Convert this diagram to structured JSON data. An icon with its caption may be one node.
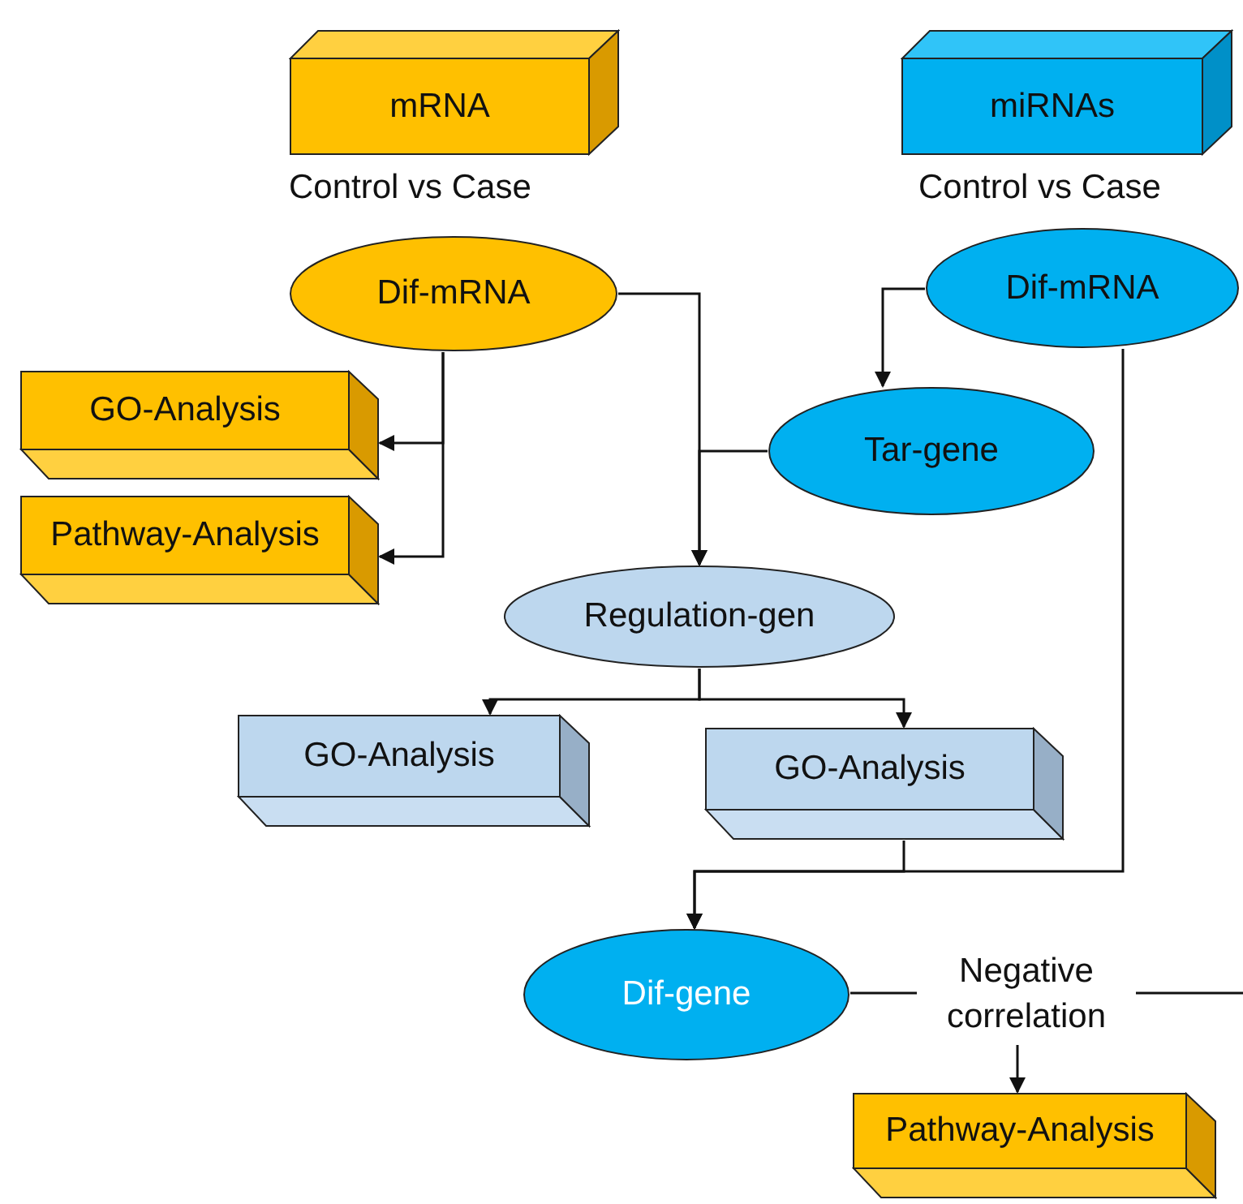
{
  "diagram": {
    "nodes": [
      {
        "text": [
          "mRNA"
        ],
        "beside": [
          "Control vs Case"
        ]
      },
      {
        "text": [
          "miRNAs"
        ],
        "beside": [
          "Control vs Case"
        ]
      },
      {
        "text": [
          "Dif-mRNA"
        ]
      },
      {
        "text": [
          "Dif-mRNA"
        ]
      },
      {
        "text": [
          "GO-Analysis"
        ]
      },
      {
        "text": [
          "Pathway-Analysis"
        ]
      },
      {
        "text": [
          "Tar-gene"
        ]
      },
      {
        "text": [
          "Regulation-gen"
        ]
      },
      {
        "text": [
          "GO-Analysis"
        ]
      },
      {
        "text": [
          "GO-Analysis"
        ]
      },
      {
        "text": [
          "Dif-gene"
        ]
      },
      {
        "text": [
          "Negative correlation"
        ]
      },
      {
        "text": [
          "Pathway-Analysis"
        ]
      }
    ],
    "edges": [
      {
        "from": 2,
        "to": 4,
        "arrow": "to"
      },
      {
        "from": 2,
        "to": 5,
        "arrow": "to"
      },
      {
        "from": 2,
        "to": 7,
        "arrow": "to"
      },
      {
        "from": 6,
        "to": 7,
        "arrow": "to"
      },
      {
        "from": 3,
        "to": 6,
        "arrow": "to"
      },
      {
        "from": 7,
        "to": 8,
        "arrow": "to"
      },
      {
        "from": 7,
        "to": 9,
        "arrow": "to"
      },
      {
        "from": 9,
        "to": 10,
        "arrow": "to"
      },
      {
        "from": 3,
        "to": 10,
        "arrow": "to"
      },
      {
        "from": 10,
        "to": 11,
        "arrow": "none"
      },
      {
        "from": 11,
        "to": null,
        "arrow": "none"
      },
      {
        "from": 11,
        "to": 12,
        "arrow": "to"
      }
    ]
  }
}
